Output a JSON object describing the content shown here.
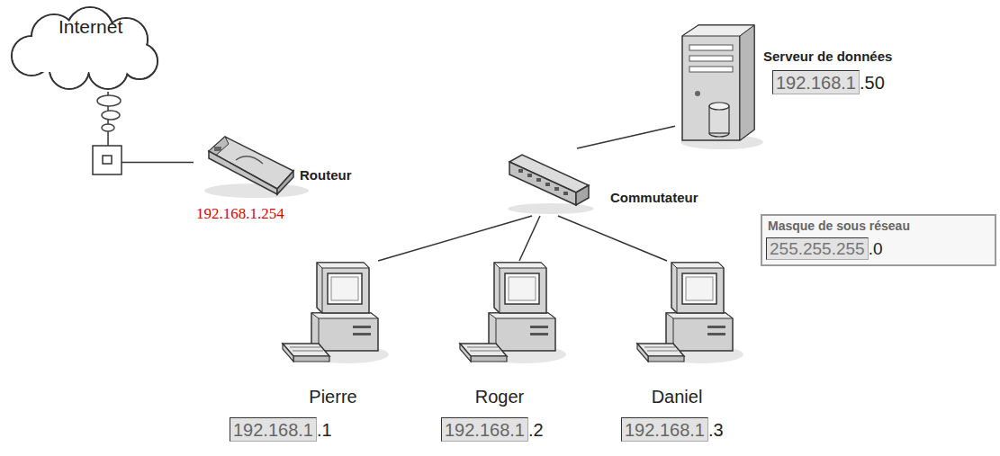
{
  "diagram": {
    "nodes": [
      {
        "text": [
          "Internet"
        ]
      },
      {
        "text": [
          "Routeur",
          "192.168.1.254"
        ]
      },
      {
        "text": [
          "Serveur de données",
          "192.168.1",
          ".50"
        ]
      },
      {
        "text": [
          "Commutateur"
        ]
      },
      {
        "text": [
          "Masque de sous réseau",
          "255.255.255",
          ".0"
        ]
      },
      {
        "text": [
          "Pierre",
          "192.168.1",
          ".1"
        ]
      },
      {
        "text": [
          "Roger",
          "192.168.1",
          ".2"
        ]
      },
      {
        "text": [
          "Daniel",
          "192.168.1",
          ".3"
        ]
      }
    ],
    "edges": [
      {
        "from": 0,
        "to": 1,
        "arrow": "none"
      },
      {
        "from": 3,
        "to": 2,
        "arrow": "none"
      },
      {
        "from": 3,
        "to": 5,
        "arrow": "none"
      },
      {
        "from": 3,
        "to": 6,
        "arrow": "none"
      },
      {
        "from": 3,
        "to": 7,
        "arrow": "none"
      }
    ]
  }
}
